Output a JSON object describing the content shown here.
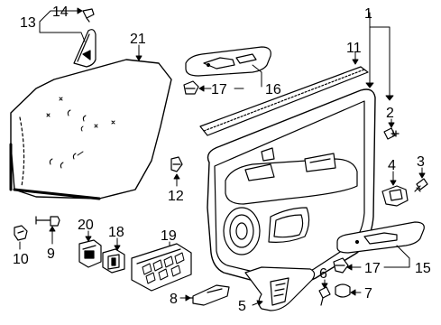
{
  "diagram": {
    "callouts": {
      "c1": "1",
      "c2": "2",
      "c3": "3",
      "c4": "4",
      "c5": "5",
      "c6": "6",
      "c7": "7",
      "c7b": "17",
      "c8": "8",
      "c9": "9",
      "c10": "10",
      "c11": "11",
      "c12": "12",
      "c13": "13",
      "c14": "14",
      "c15": "15",
      "c16": "16",
      "c17": "17",
      "c18": "18",
      "c19": "19",
      "c20": "20",
      "c21": "21"
    },
    "colors": {
      "ink": "#000000",
      "paper": "#ffffff"
    }
  }
}
